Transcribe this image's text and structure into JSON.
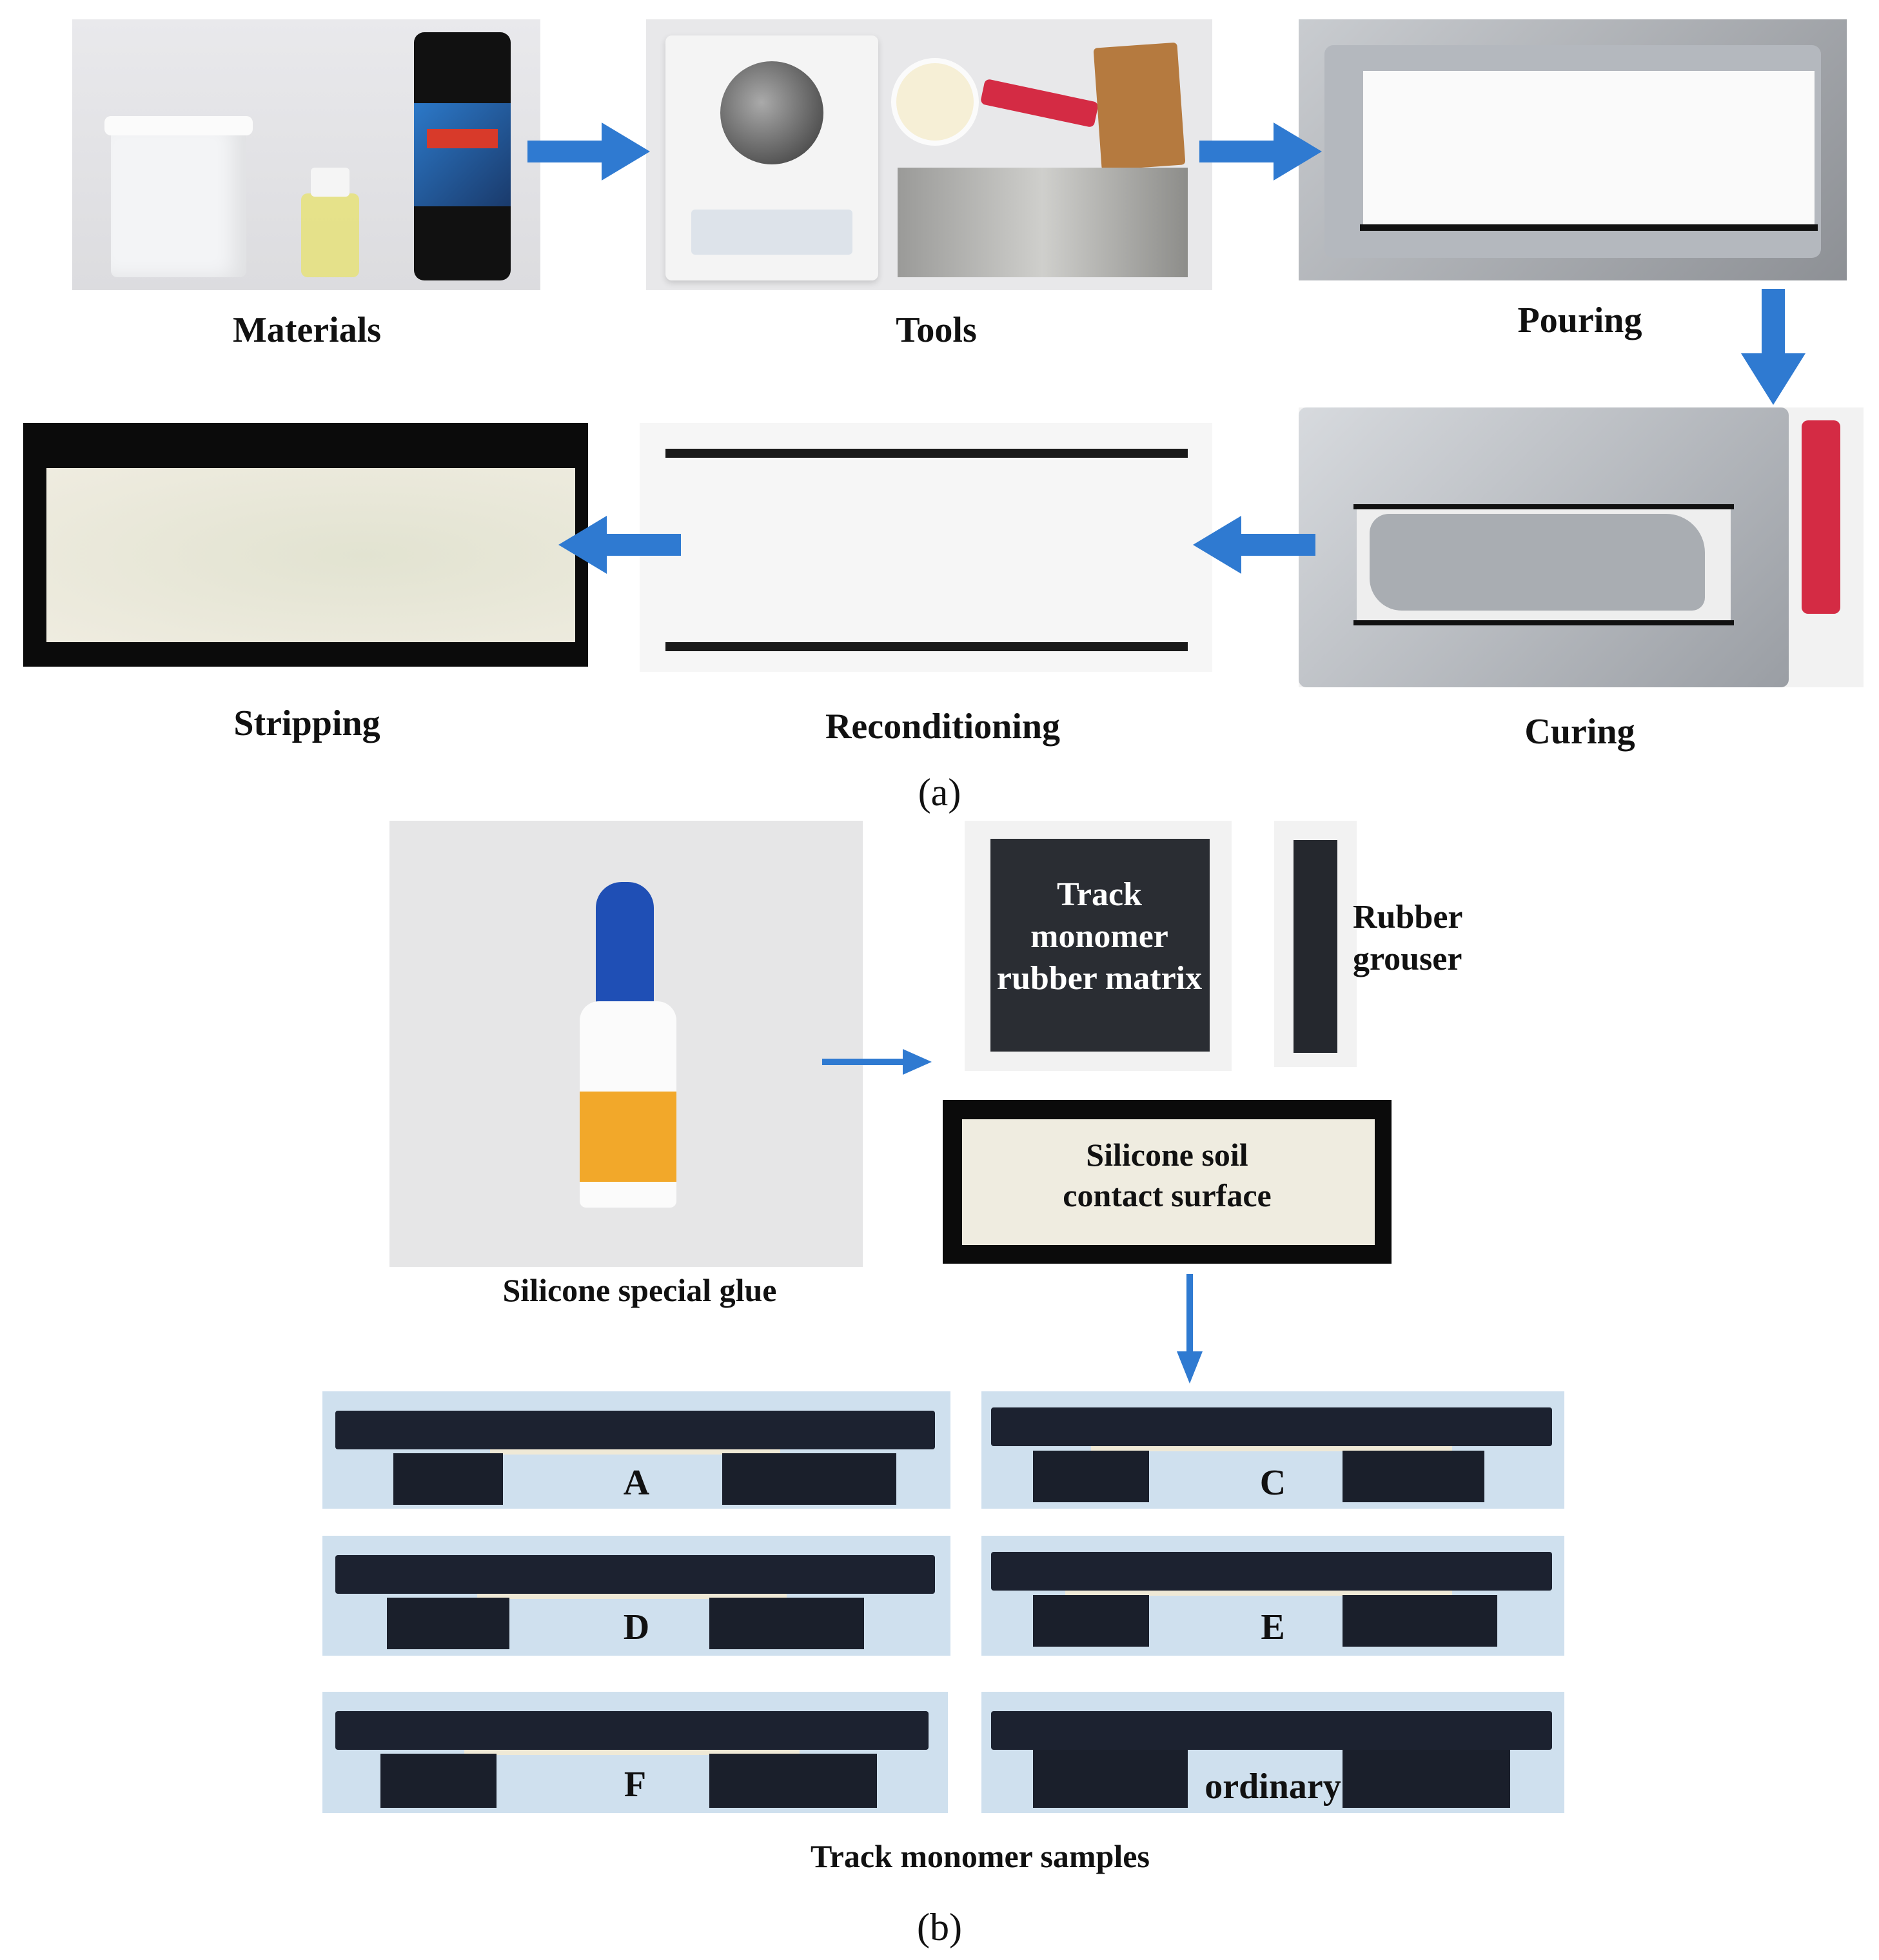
{
  "part_a": {
    "steps": [
      {
        "id": "materials",
        "label": "Materials"
      },
      {
        "id": "tools",
        "label": "Tools"
      },
      {
        "id": "pouring",
        "label": "Pouring"
      },
      {
        "id": "curing",
        "label": "Curing"
      },
      {
        "id": "reconditioning",
        "label": "Reconditioning"
      },
      {
        "id": "stripping",
        "label": "Stripping"
      }
    ],
    "sublabel": "(a)"
  },
  "part_b": {
    "glue_label": "Silicone special glue",
    "matrix_text": "Track monomer rubber matrix",
    "matrix_lines": [
      "Track",
      "monomer",
      "rubber matrix"
    ],
    "grouser_lines": [
      "Rubber",
      "grouser"
    ],
    "contact_lines": [
      "Silicone soil",
      "contact surface"
    ],
    "samples": [
      {
        "label": "A"
      },
      {
        "label": "C"
      },
      {
        "label": "D"
      },
      {
        "label": "E"
      },
      {
        "label": "F"
      },
      {
        "label": "ordinary"
      }
    ],
    "samples_caption": "Track monomer samples",
    "sublabel": "(b)"
  },
  "colors": {
    "arrow": "#2f7ad1",
    "rubber": "#1c2230",
    "silicone": "#efe9d6",
    "tray": "#b8bcc2",
    "background_blue": "#cfe0ee"
  }
}
